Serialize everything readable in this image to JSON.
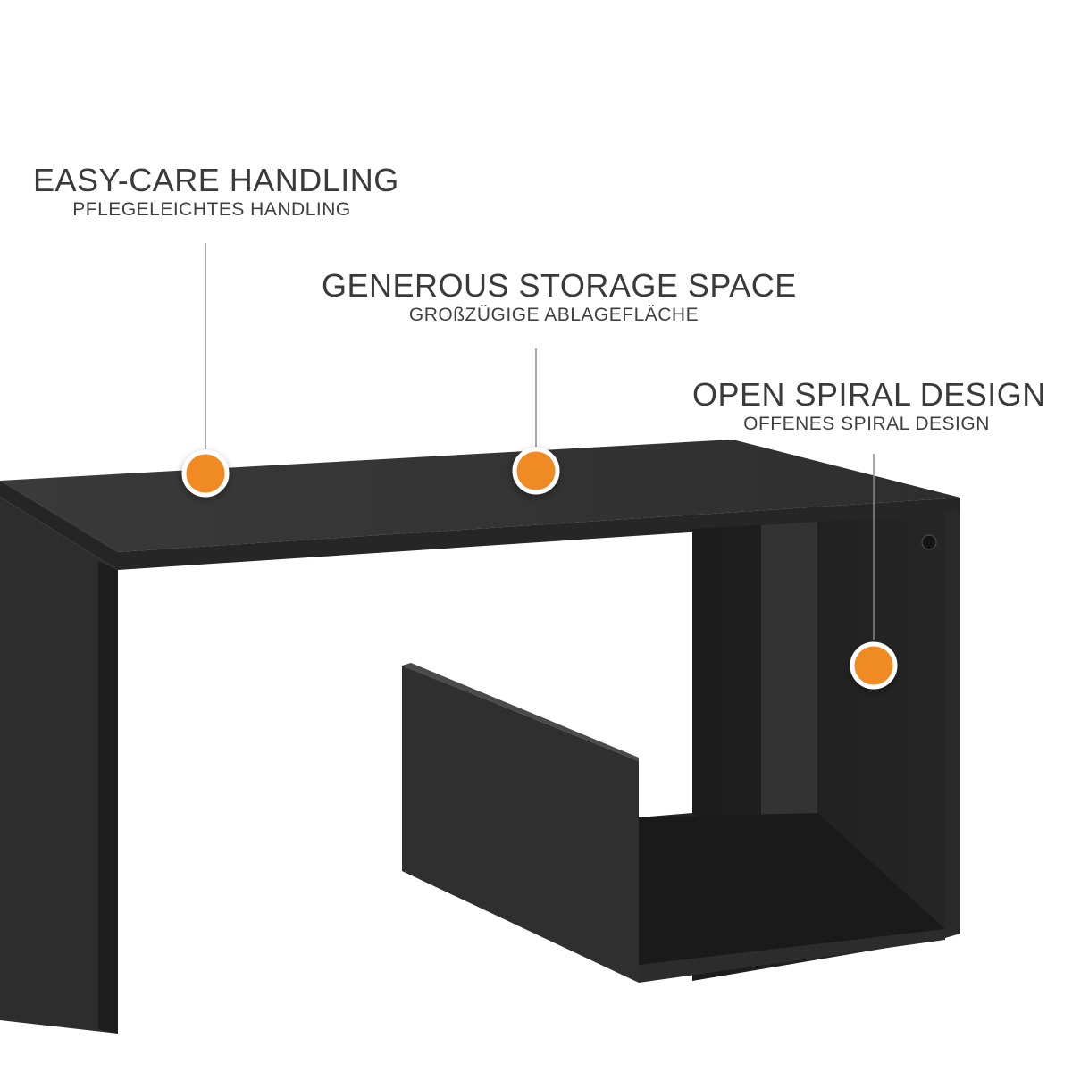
{
  "callouts": [
    {
      "title": "EASY-CARE HANDLING",
      "subtitle": "PFLEGELEICHTES HANDLING"
    },
    {
      "title": "GENEROUS STORAGE SPACE",
      "subtitle": "GROßZÜGIGE ABLAGEFLÄCHE"
    },
    {
      "title": "OPEN SPIRAL DESIGN",
      "subtitle": "OFFENES SPIRAL DESIGN"
    }
  ],
  "colors": {
    "background": "#ffffff",
    "table": "#2b2b2b",
    "marker": "#f08a24",
    "text": "#3a3a3a"
  }
}
